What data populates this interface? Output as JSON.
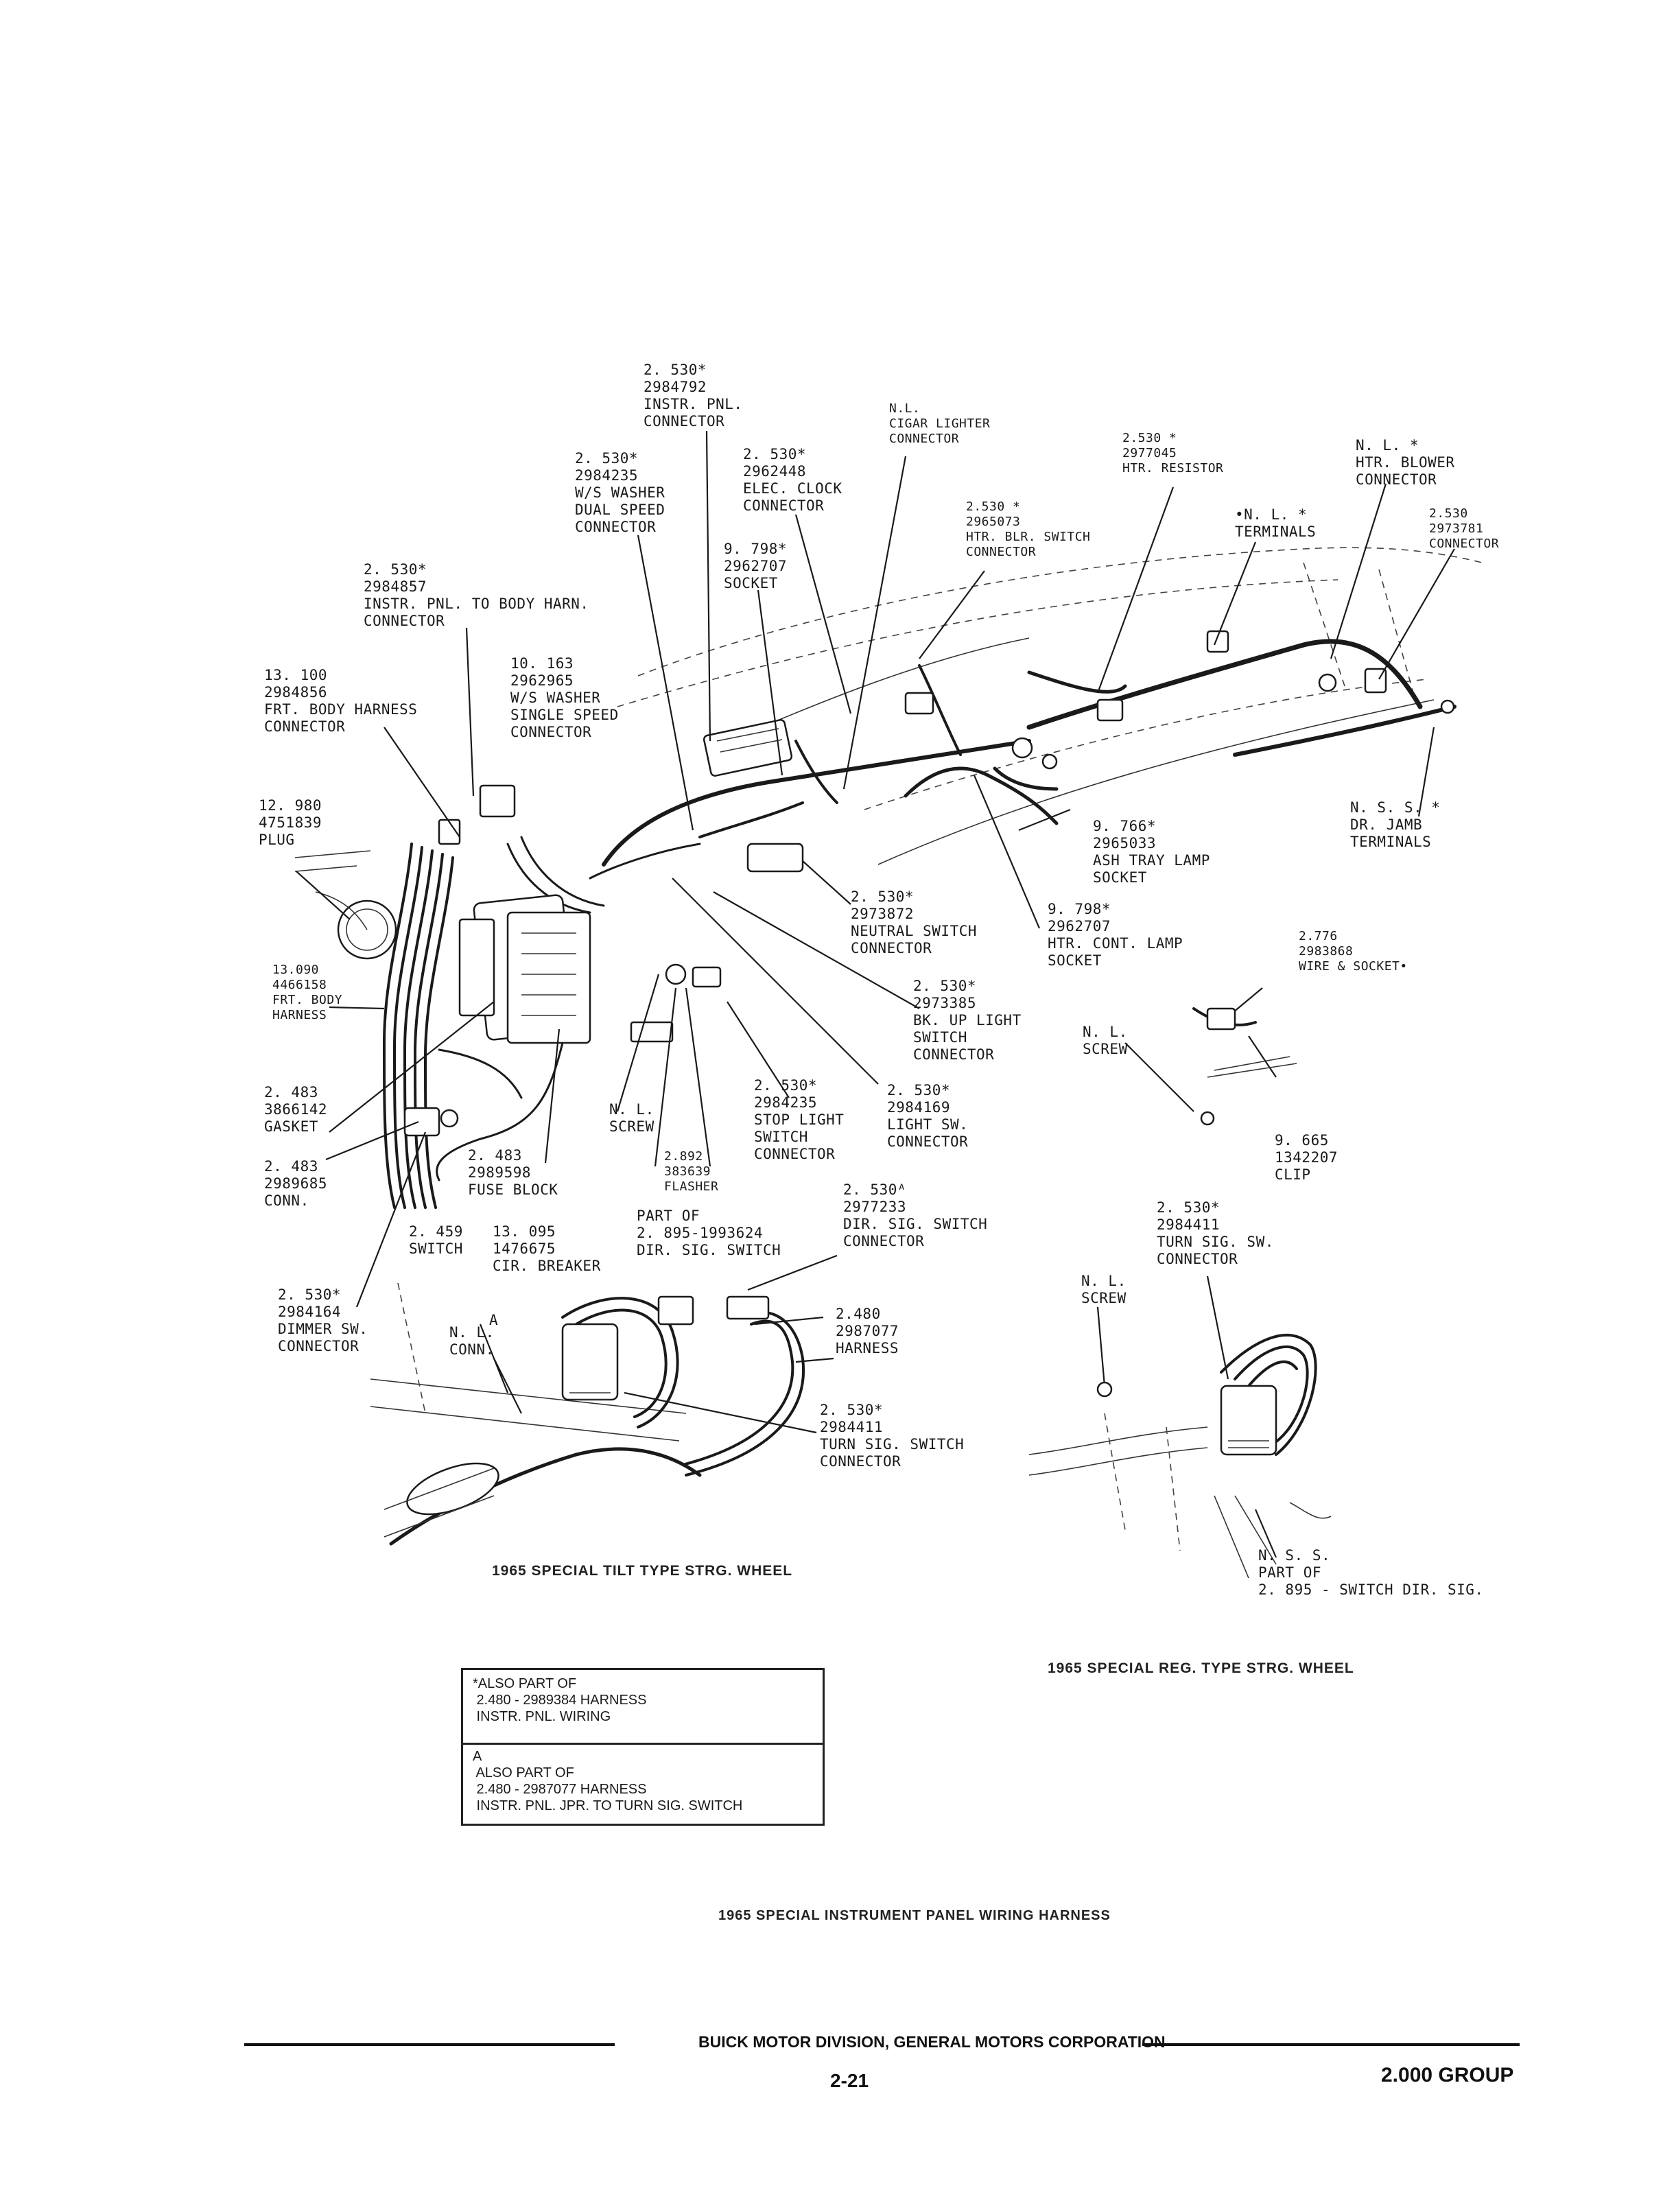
{
  "diagram": {
    "labels": {
      "instr_pnl_connector": "2. 530*\n2984792\nINSTR. PNL.\nCONNECTOR",
      "cigar_lighter": "N.L.\nCIGAR LIGHTER\nCONNECTOR",
      "htr_resistor": "2.530 *\n2977045\nHTR. RESISTOR",
      "htr_blower_connector": "N. L. *\nHTR. BLOWER\nCONNECTOR",
      "ws_washer_dual": "2. 530*\n2984235\nW/S WASHER\nDUAL SPEED\nCONNECTOR",
      "elec_clock": "2. 530*\n2962448\nELEC. CLOCK\nCONNECTOR",
      "htr_blr_switch": "2.530 *\n2965073\nHTR. BLR. SWITCH\nCONNECTOR",
      "terminals": "•N. L. *\nTERMINALS",
      "connector_2973781": "2.530\n2973781\nCONNECTOR",
      "socket_9798_top": "9. 798*\n2962707\nSOCKET",
      "instr_pnl_to_body": "2. 530*\n2984857\nINSTR. PNL. TO BODY HARN.\nCONNECTOR",
      "ws_washer_single": "10. 163\n2962965\nW/S WASHER\nSINGLE SPEED\nCONNECTOR",
      "frt_body_harness_connector": "13. 100\n2984856\nFRT. BODY HARNESS\nCONNECTOR",
      "plug": "12. 980\n4751839\nPLUG",
      "ns_dr_jamb": "N. S. S. *\nDR. JAMB\nTERMINALS",
      "ash_tray_lamp": "9. 766*\n2965033\nASH TRAY LAMP\nSOCKET",
      "neutral_switch": "2. 530*\n2973872\nNEUTRAL SWITCH\nCONNECTOR",
      "htr_cont_lamp": "9. 798*\n2962707\nHTR. CONT. LAMP\nSOCKET",
      "wire_socket": "2.776\n2983868\nWIRE & SOCKET•",
      "frt_body_harness": "13.090\n4466158\nFRT. BODY\nHARNESS",
      "bk_up_light": "2. 530*\n2973385\nBK. UP LIGHT\nSWITCH\nCONNECTOR",
      "nl_screw_right": "N. L.\nSCREW",
      "gasket": "2. 483\n3866142\nGASKET",
      "stop_light": "2. 530*\n2984235\nSTOP LIGHT\nSWITCH\nCONNECTOR",
      "light_sw": "2. 530*\n2984169\nLIGHT SW.\nCONNECTOR",
      "clip": "9. 665\n1342207\nCLIP",
      "nl_screw_mid": "N. L.\nSCREW",
      "conn_2989685": "2. 483\n2989685\nCONN.",
      "fuse_block": "2. 483\n2989598\nFUSE BLOCK",
      "flasher": "2.892\n383639\nFLASHER",
      "dir_sig_switch_connector": "2. 530ᴬ\n2977233\nDIR. SIG. SWITCH\nCONNECTOR",
      "switch_2459": "2. 459\nSWITCH",
      "cir_breaker": "13. 095\n1476675\nCIR. BREAKER",
      "part_of_dir_sig": "PART OF\n2. 895-1993624\nDIR. SIG. SWITCH",
      "turn_sig_sw_right": "2. 530*\n2984411\nTURN SIG. SW.\nCONNECTOR",
      "dimmer_sw": "2. 530*\n2984164\nDIMMER SW.\nCONNECTOR",
      "nl_conn": "N. L.\nCONN.",
      "marker_a": "A",
      "harness_2480": "2.480\n2987077\nHARNESS",
      "nl_screw_lower": "N. L.\nSCREW",
      "turn_sig_switch_lower": "2. 530*\n2984411\nTURN SIG. SWITCH\nCONNECTOR",
      "ns_part_of": "N. S. S.\nPART OF\n2. 895 - SWITCH DIR. SIG."
    },
    "captions": {
      "tilt_wheel": "1965 SPECIAL TILT TYPE STRG. WHEEL",
      "reg_wheel": "1965 SPECIAL REG. TYPE STRG. WHEEL",
      "main": "1965 SPECIAL INSTRUMENT PANEL WIRING HARNESS"
    },
    "notes": {
      "star": "*ALSO PART OF\n 2.480 - 2989384 HARNESS\n INSTR. PNL. WIRING",
      "a": "A\n ALSO PART OF\n 2.480 - 2987077 HARNESS\n INSTR. PNL. JPR. TO TURN SIG. SWITCH"
    }
  },
  "footer": {
    "division": "BUICK MOTOR DIVISION, GENERAL MOTORS CORPORATION",
    "page": "2-21",
    "group": "2.000 GROUP"
  }
}
